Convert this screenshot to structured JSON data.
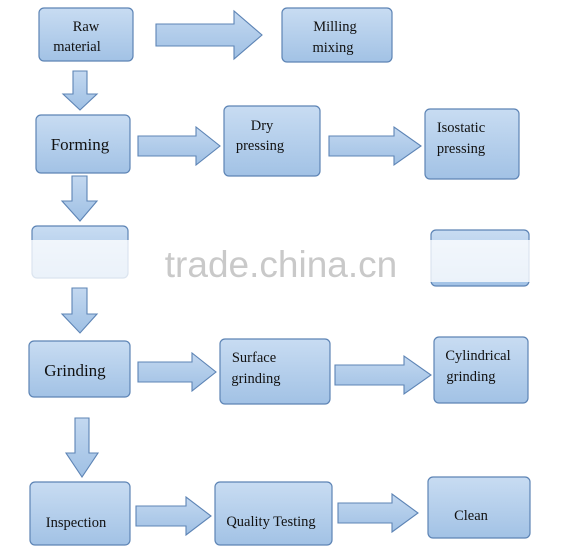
{
  "watermark": "trade.china.cn",
  "nodes": {
    "raw_material": [
      "Raw",
      "material"
    ],
    "milling_mixing": [
      "Milling",
      "mixing"
    ],
    "forming": [
      "Forming"
    ],
    "dry_pressing": [
      "Dry",
      "pressing"
    ],
    "isostatic_pressing": [
      "Isostatic",
      "pressing"
    ],
    "grinding": [
      "Grinding"
    ],
    "surface_grinding": [
      "Surface",
      "grinding"
    ],
    "cylindrical_grinding": [
      "Cylindrical",
      "grinding"
    ],
    "inspection": [
      "Inspection"
    ],
    "quality_testing": [
      "Quality Testing"
    ],
    "clean": [
      "Clean"
    ]
  },
  "colors": {
    "box_top": "#c8dcf2",
    "box_bottom": "#9dbfe4",
    "stroke": "#5d84b5"
  }
}
